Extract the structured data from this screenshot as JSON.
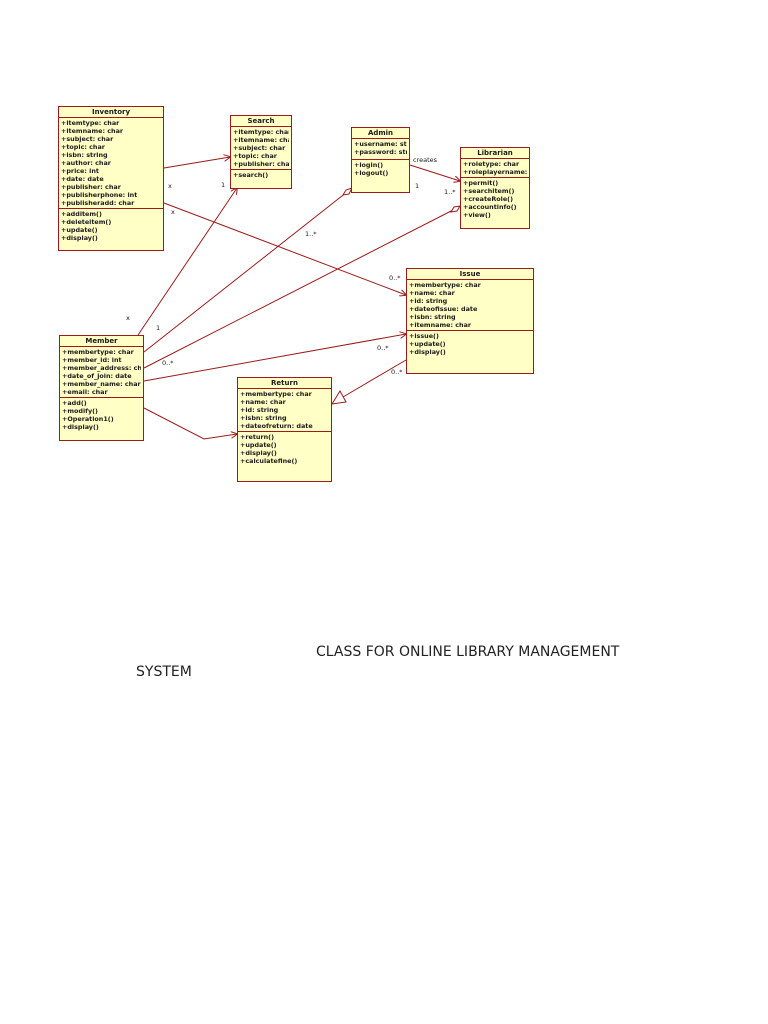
{
  "classes": {
    "inventory": {
      "name": "Inventory",
      "attributes": [
        "+itemtype: char",
        "+itemname: char",
        "+subject: char",
        "+topic: char",
        "+isbn: string",
        "+author: char",
        "+price: int",
        "+date: date",
        "+publisher: char",
        "+publisherphone: int",
        "+publisheradd: char"
      ],
      "operations": [
        "+additem()",
        "+deleteitem()",
        "+update()",
        "+display()"
      ]
    },
    "search": {
      "name": "Search",
      "attributes": [
        "+itemtype: char",
        "+itemname: char",
        "+subject: char",
        "+topic: char",
        "+publisher: char"
      ],
      "operations": [
        "+search()"
      ]
    },
    "admin": {
      "name": "Admin",
      "attributes": [
        "+username: string",
        "+password: string"
      ],
      "operations": [
        "+login()",
        "+logout()"
      ]
    },
    "librarian": {
      "name": "Librarian",
      "attributes": [
        "+roletype: char",
        "+roleplayername: char"
      ],
      "operations": [
        "+permit()",
        "+searchitem()",
        "+createRole()",
        "+accountinfo()",
        "+view()"
      ]
    },
    "issue": {
      "name": "Issue",
      "attributes": [
        "+membertype: char",
        "+name: char",
        "+id: string",
        "+dateofissue: date",
        "+isbn: string",
        "+itemname: char"
      ],
      "operations": [
        "+issue()",
        "+update()",
        "+display()"
      ]
    },
    "member": {
      "name": "Member",
      "attributes": [
        "+membertype: char",
        "+member_id: int",
        "+member_address: char",
        "+date_of_join: date",
        "+member_name: char",
        "+email: char"
      ],
      "operations": [
        "+add()",
        "+modify()",
        "+Operation1()",
        "+display()"
      ]
    },
    "return": {
      "name": "Return",
      "attributes": [
        "+membertype: char",
        "+name: char",
        "+id: string",
        "+isbn: string",
        "+dateofreturn: date"
      ],
      "operations": [
        "+return()",
        "+update()",
        "+display()",
        "+calculatefine()"
      ]
    }
  },
  "labels": {
    "inv_search_1": "1",
    "inv_x_a": "x",
    "inv_x_b": "x",
    "admin_creates": "creates",
    "admin_1": "1",
    "lib_1x": "1..*",
    "mem_admin_1x": "1..*",
    "issue_0x_a": "0..*",
    "mem_search_x": "x",
    "mem_search_1": "1",
    "issue_0x_b": "0..*",
    "mem_0x": "0..*",
    "return_0x": "0..*"
  },
  "caption": {
    "line1": "CLASS  FOR ONLINE LIBRARY MANAGEMENT",
    "line2": "SYSTEM"
  }
}
